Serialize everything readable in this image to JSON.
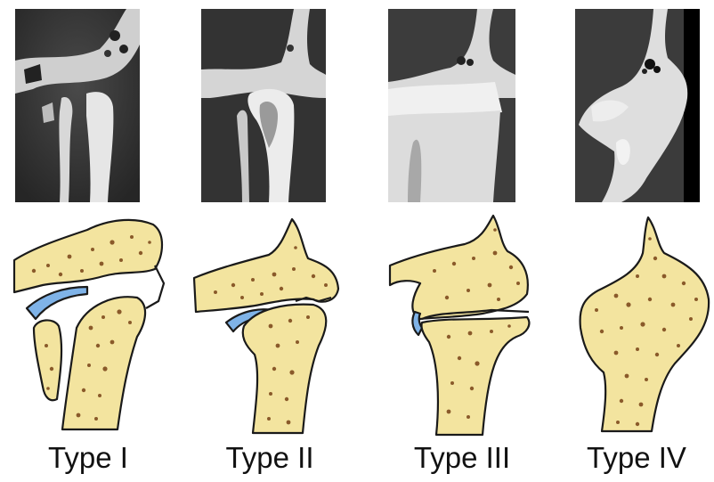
{
  "figure": {
    "columns": [
      {
        "id": "type-1",
        "label": "Type I"
      },
      {
        "id": "type-2",
        "label": "Type II"
      },
      {
        "id": "type-3",
        "label": "Type III"
      },
      {
        "id": "type-4",
        "label": "Type IV"
      }
    ]
  },
  "colors": {
    "bone": "#f3e49f",
    "bone_outline": "#1a1a1a",
    "disc": "#7fb3e8",
    "pores": "#8a5a2a",
    "ct_bg": "#2e2e2e",
    "ct_bone": "#e8e8e8"
  }
}
